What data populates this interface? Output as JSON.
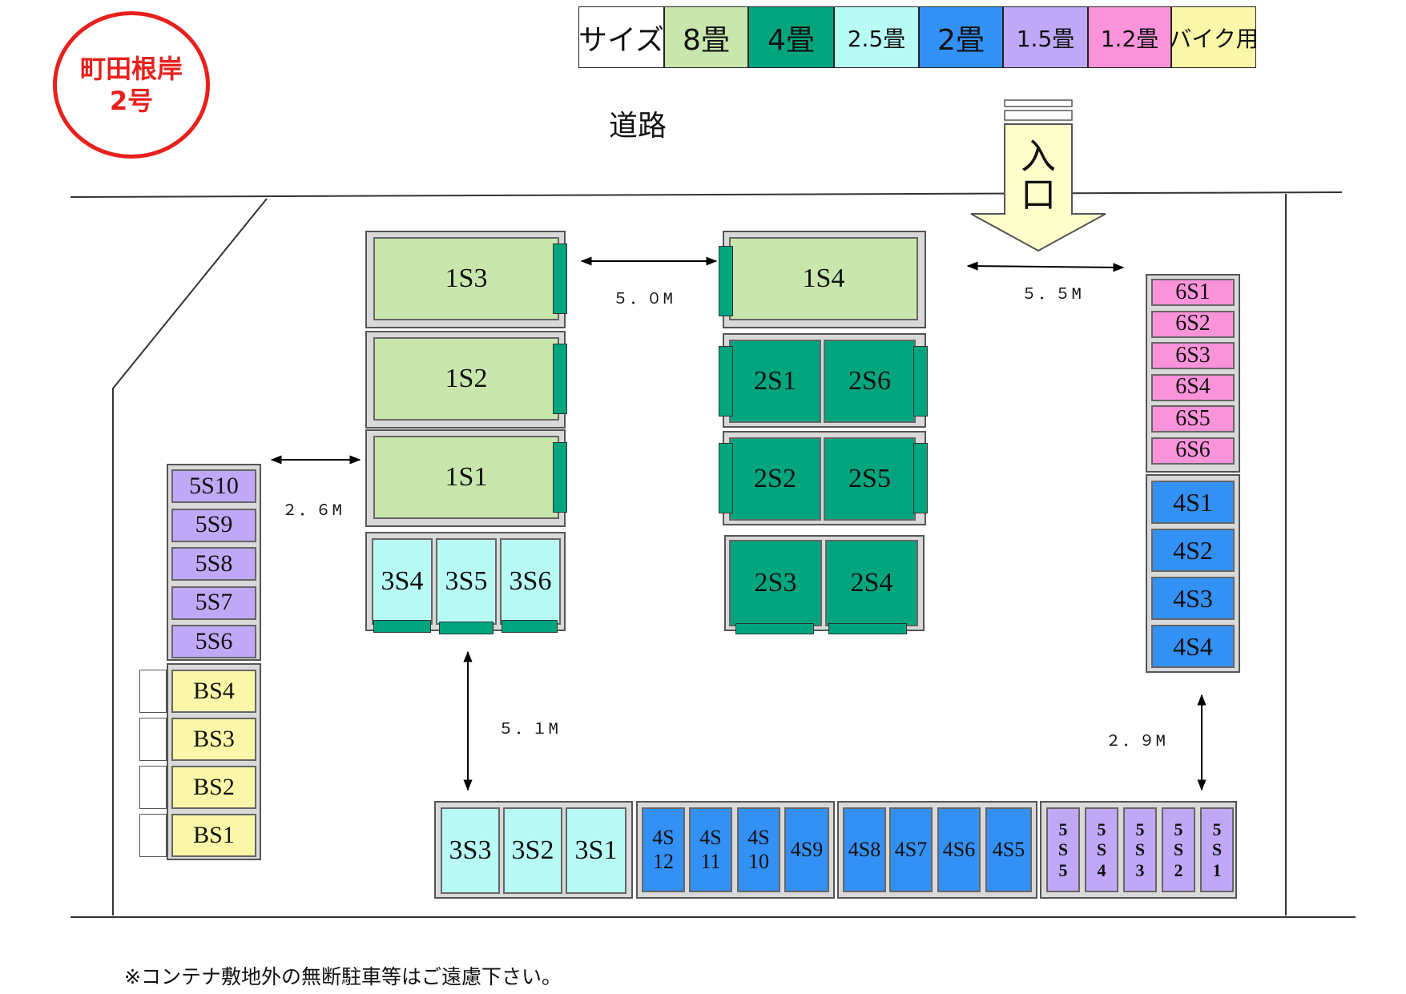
{
  "site_badge": {
    "line1": "町田根岸",
    "line2": "2号",
    "color": "#e8201c"
  },
  "road_label": "道路",
  "entrance_label": [
    "入",
    "口"
  ],
  "legend": [
    {
      "label": "サイズ",
      "color": "#ffffff"
    },
    {
      "label": "8畳",
      "color": "#c9e6ad"
    },
    {
      "label": "4畳",
      "color": "#00a57e"
    },
    {
      "label": "2.5畳",
      "color": "#b8fbf5"
    },
    {
      "label": "2畳",
      "color": "#3390f4"
    },
    {
      "label": "1.5畳",
      "color": "#c0a8f7"
    },
    {
      "label": "1.2畳",
      "color": "#fb93da"
    },
    {
      "label": "バイク用",
      "color": "#fbf7a8"
    }
  ],
  "distances": {
    "d1": "５．０M",
    "d2": "５．５M",
    "d3": "２．６M",
    "d4": "５．１M",
    "d5": "２．９M"
  },
  "units_8jo": [
    "1S3",
    "1S2",
    "1S1",
    "1S4"
  ],
  "units_4jo": [
    "2S1",
    "2S6",
    "2S2",
    "2S5",
    "2S3",
    "2S4"
  ],
  "units_25jo": [
    "3S4",
    "3S5",
    "3S6",
    "3S3",
    "3S2",
    "3S1"
  ],
  "units_2jo": [
    "4S1",
    "4S2",
    "4S3",
    "4S4",
    "4S\n12",
    "4S\n11",
    "4S\n10",
    "4S9",
    "4S8",
    "4S7",
    "4S6",
    "4S5"
  ],
  "units_15jo": [
    "5S10",
    "5S9",
    "5S8",
    "5S7",
    "5S6",
    "5\nS\n5",
    "5\nS\n4",
    "5\nS\n3",
    "5\nS\n2",
    "5\nS\n1"
  ],
  "units_12jo": [
    "6S1",
    "6S2",
    "6S3",
    "6S4",
    "6S5",
    "6S6"
  ],
  "units_bike": [
    "BS4",
    "BS3",
    "BS2",
    "BS1"
  ],
  "footer_note": "※コンテナ敷地外の無断駐車等はご遠慮下さい。"
}
